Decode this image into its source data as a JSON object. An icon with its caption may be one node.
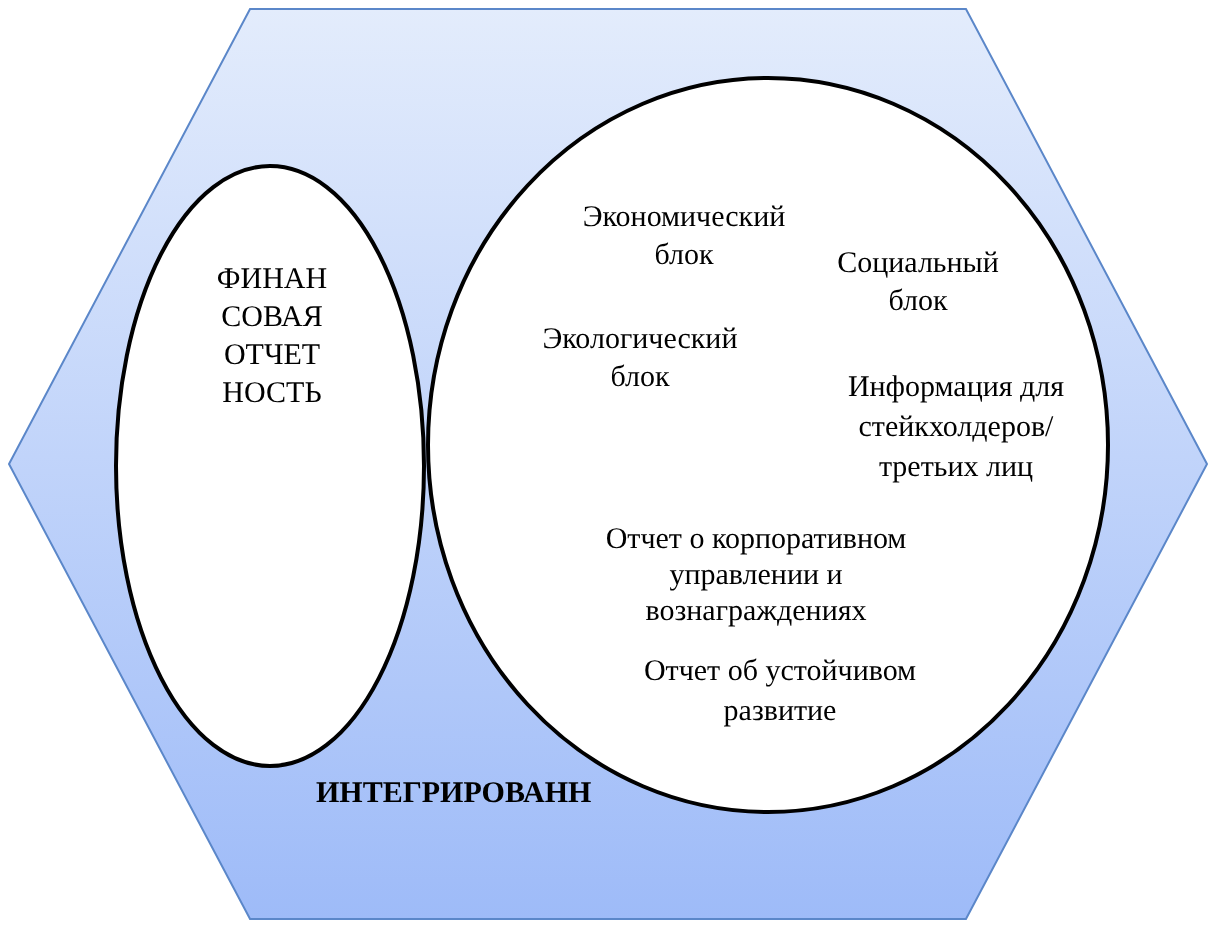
{
  "diagram": {
    "nodes": [
      {
        "text": [
          "ИНТЕГРИРОВАНН"
        ]
      },
      {
        "text": [
          "ФИНАН СОВАЯ ОТЧЕТ НОСТЬ"
        ],
        "in": 0
      },
      {
        "text": [
          "Экономический блок",
          "Социальный блок",
          "Экологический блок",
          "Информация для стейкхолдеров/ третьих лиц",
          "Отчет о корпоративном управлении и вознаграждениях",
          "Отчет об устойчивом развитие"
        ],
        "in": 0
      }
    ]
  }
}
